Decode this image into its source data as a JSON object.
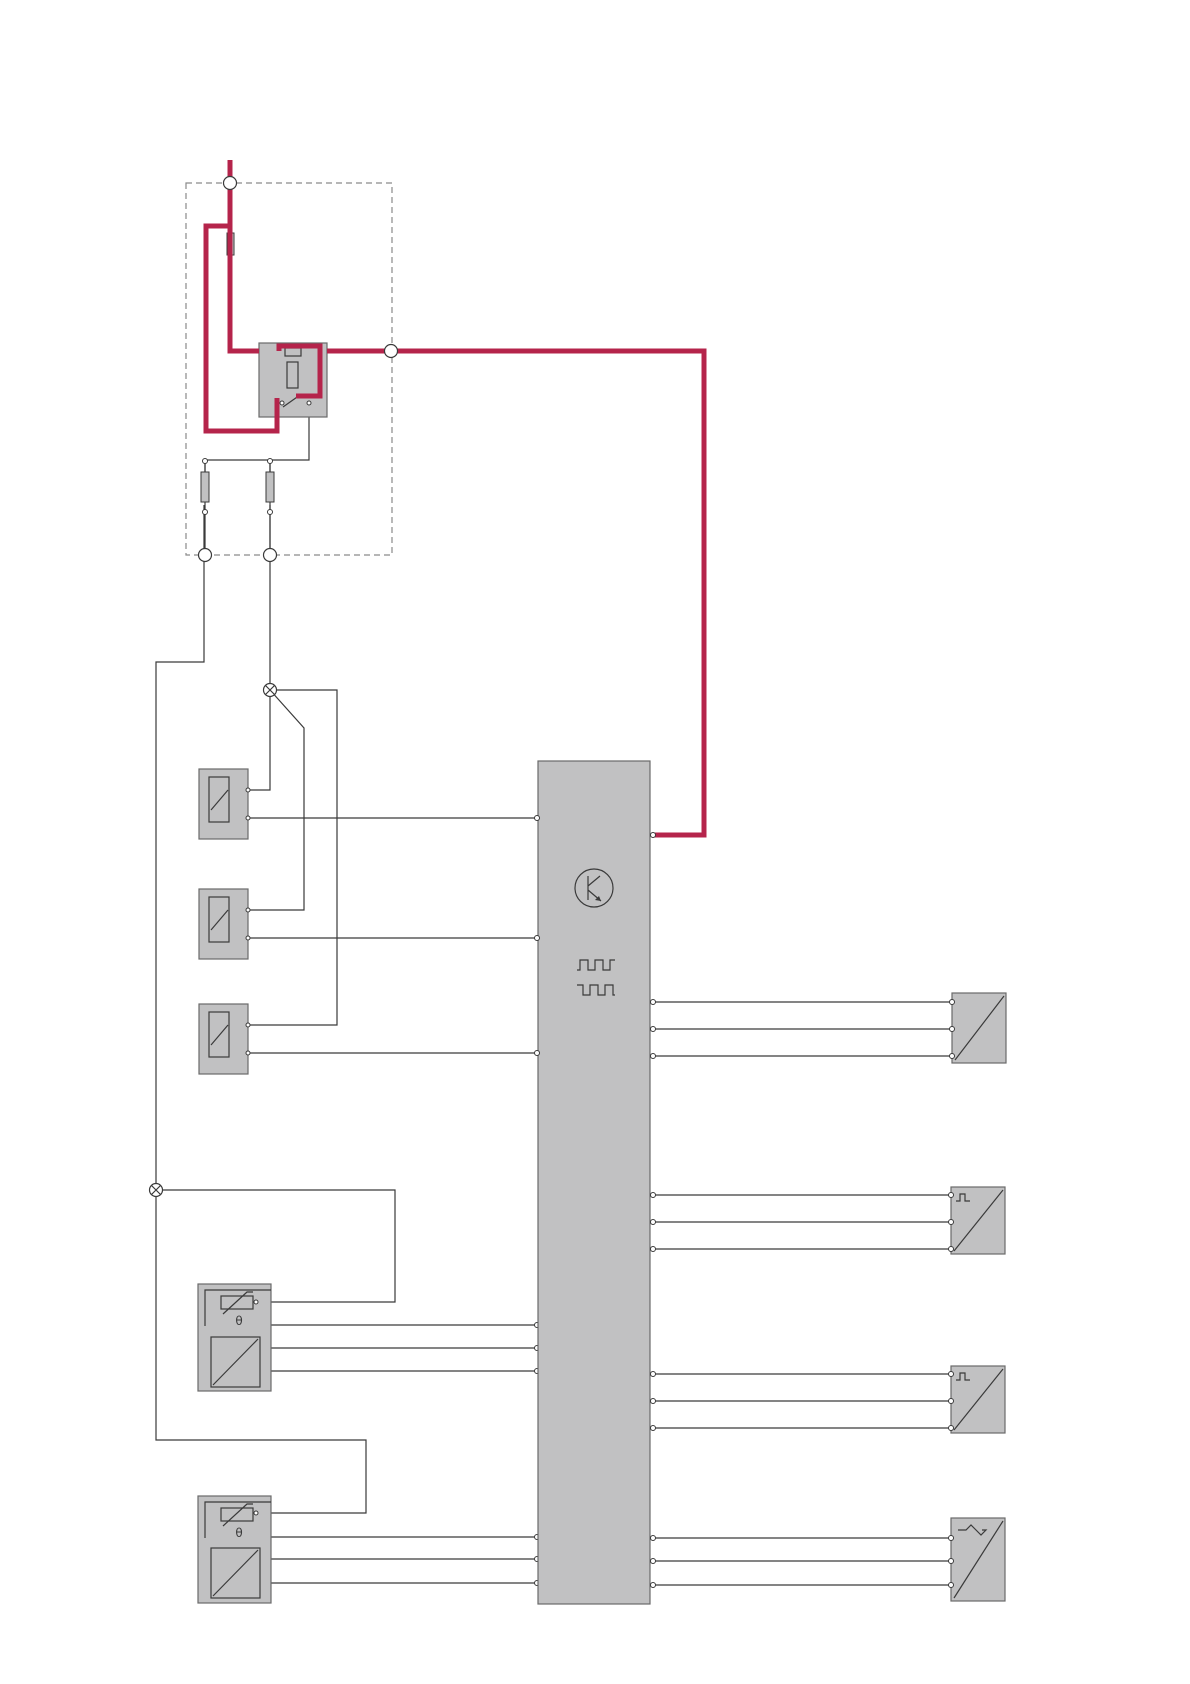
{
  "colors": {
    "power_wire": "#b5244b",
    "signal_wire": "#3a3a3a",
    "component_fill": "#c1c1c2",
    "housing_border": "#8a8a8a",
    "background": "#ffffff"
  },
  "symbols": {
    "thermistor_label": "θ"
  },
  "components": [
    {
      "name": "relay-fuse-box",
      "icon": "relay-icon"
    },
    {
      "name": "control-module",
      "icons": [
        "transistor-icon",
        "pulse-signal-icon"
      ]
    },
    {
      "name": "solenoid-1",
      "icon": "solenoid-icon"
    },
    {
      "name": "solenoid-2",
      "icon": "solenoid-icon"
    },
    {
      "name": "solenoid-3",
      "icon": "solenoid-icon"
    },
    {
      "name": "temp-sensor-1",
      "icons": [
        "thermistor-icon",
        "sensor-icon"
      ]
    },
    {
      "name": "temp-sensor-2",
      "icons": [
        "thermistor-icon",
        "sensor-icon"
      ]
    },
    {
      "name": "sensor-r1",
      "icon": "sensor-icon"
    },
    {
      "name": "sensor-r2",
      "icon": "pulse-sensor-icon"
    },
    {
      "name": "sensor-r3",
      "icon": "pulse-sensor-icon"
    },
    {
      "name": "sensor-r4",
      "icon": "sine-sensor-icon"
    }
  ]
}
